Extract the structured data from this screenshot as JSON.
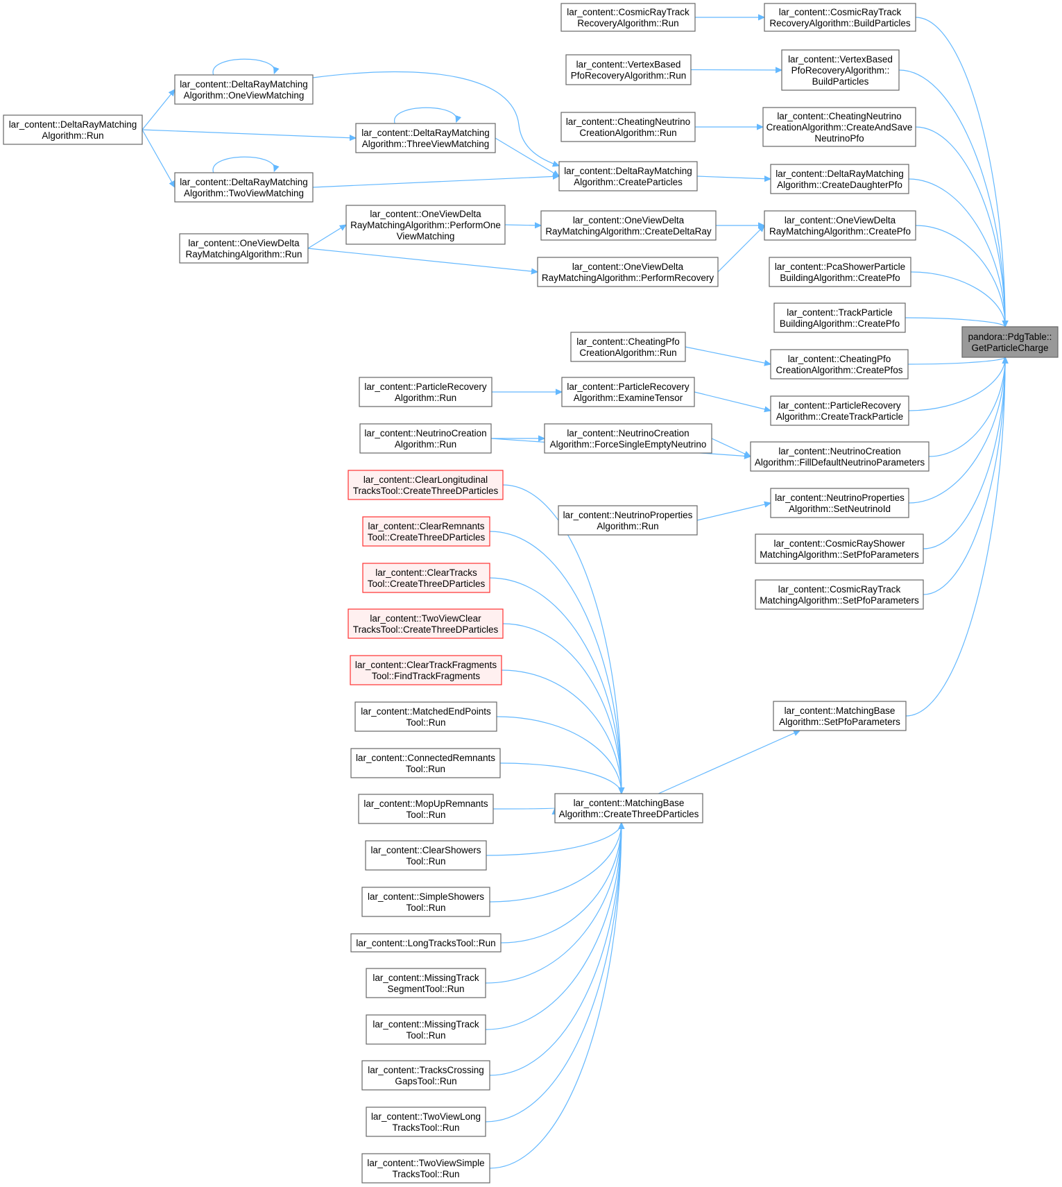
{
  "graph": {
    "title": "",
    "nodes": [
      {
        "id": "root",
        "lines": [
          "pandora::PdgTable::",
          "GetParticleCharge"
        ],
        "style": "root"
      },
      {
        "id": "crtr_bp",
        "lines": [
          "lar_content::CosmicRayTrack",
          "RecoveryAlgorithm::BuildParticles"
        ]
      },
      {
        "id": "crtr_run",
        "lines": [
          "lar_content::CosmicRayTrack",
          "RecoveryAlgorithm::Run"
        ]
      },
      {
        "id": "vbpr_bp",
        "lines": [
          "lar_content::VertexBased",
          "PfoRecoveryAlgorithm::",
          "BuildParticles"
        ]
      },
      {
        "id": "vbpr_run",
        "lines": [
          "lar_content::VertexBased",
          "PfoRecoveryAlgorithm::Run"
        ]
      },
      {
        "id": "cn_cas",
        "lines": [
          "lar_content::CheatingNeutrino",
          "CreationAlgorithm::CreateAndSave",
          "NeutrinoPfo"
        ]
      },
      {
        "id": "cn_run",
        "lines": [
          "lar_content::CheatingNeutrino",
          "CreationAlgorithm::Run"
        ]
      },
      {
        "id": "drm_cdp",
        "lines": [
          "lar_content::DeltaRayMatching",
          "Algorithm::CreateDaughterPfo"
        ]
      },
      {
        "id": "drm_cp",
        "lines": [
          "lar_content::DeltaRayMatching",
          "Algorithm::CreateParticles"
        ]
      },
      {
        "id": "drm_ovm",
        "lines": [
          "lar_content::DeltaRayMatching",
          "Algorithm::OneViewMatching"
        ]
      },
      {
        "id": "drm_tvm3",
        "lines": [
          "lar_content::DeltaRayMatching",
          "Algorithm::ThreeViewMatching"
        ]
      },
      {
        "id": "drm_tvm2",
        "lines": [
          "lar_content::DeltaRayMatching",
          "Algorithm::TwoViewMatching"
        ]
      },
      {
        "id": "drm_run",
        "lines": [
          "lar_content::DeltaRayMatching",
          "Algorithm::Run"
        ]
      },
      {
        "id": "ovdr_cpfo",
        "lines": [
          "lar_content::OneViewDelta",
          "RayMatchingAlgorithm::CreatePfo"
        ]
      },
      {
        "id": "ovdr_cdr",
        "lines": [
          "lar_content::OneViewDelta",
          "RayMatchingAlgorithm::CreateDeltaRay"
        ]
      },
      {
        "id": "ovdr_povm",
        "lines": [
          "lar_content::OneViewDelta",
          "RayMatchingAlgorithm::PerformOne",
          "ViewMatching"
        ]
      },
      {
        "id": "ovdr_pr",
        "lines": [
          "lar_content::OneViewDelta",
          "RayMatchingAlgorithm::PerformRecovery"
        ]
      },
      {
        "id": "ovdr_run",
        "lines": [
          "lar_content::OneViewDelta",
          "RayMatchingAlgorithm::Run"
        ]
      },
      {
        "id": "pca_cp",
        "lines": [
          "lar_content::PcaShowerParticle",
          "BuildingAlgorithm::CreatePfo"
        ]
      },
      {
        "id": "tp_cp",
        "lines": [
          "lar_content::TrackParticle",
          "BuildingAlgorithm::CreatePfo"
        ]
      },
      {
        "id": "cpfo_cps",
        "lines": [
          "lar_content::CheatingPfo",
          "CreationAlgorithm::CreatePfos"
        ]
      },
      {
        "id": "cpfo_run",
        "lines": [
          "lar_content::CheatingPfo",
          "CreationAlgorithm::Run"
        ]
      },
      {
        "id": "pr_ctp",
        "lines": [
          "lar_content::ParticleRecovery",
          "Algorithm::CreateTrackParticle"
        ]
      },
      {
        "id": "pr_et",
        "lines": [
          "lar_content::ParticleRecovery",
          "Algorithm::ExamineTensor"
        ]
      },
      {
        "id": "pr_run",
        "lines": [
          "lar_content::ParticleRecovery",
          "Algorithm::Run"
        ]
      },
      {
        "id": "nc_fdnp",
        "lines": [
          "lar_content::NeutrinoCreation",
          "Algorithm::FillDefaultNeutrinoParameters"
        ]
      },
      {
        "id": "nc_fsen",
        "lines": [
          "lar_content::NeutrinoCreation",
          "Algorithm::ForceSingleEmptyNeutrino"
        ]
      },
      {
        "id": "nc_run",
        "lines": [
          "lar_content::NeutrinoCreation",
          "Algorithm::Run"
        ]
      },
      {
        "id": "np_sni",
        "lines": [
          "lar_content::NeutrinoProperties",
          "Algorithm::SetNeutrinoId"
        ]
      },
      {
        "id": "np_run",
        "lines": [
          "lar_content::NeutrinoProperties",
          "Algorithm::Run"
        ]
      },
      {
        "id": "crsm_spp",
        "lines": [
          "lar_content::CosmicRayShower",
          "MatchingAlgorithm::SetPfoParameters"
        ]
      },
      {
        "id": "crtm_spp",
        "lines": [
          "lar_content::CosmicRayTrack",
          "MatchingAlgorithm::SetPfoParameters"
        ]
      },
      {
        "id": "mb_spp",
        "lines": [
          "lar_content::MatchingBase",
          "Algorithm::SetPfoParameters"
        ]
      },
      {
        "id": "mb_ctdp",
        "lines": [
          "lar_content::MatchingBase",
          "Algorithm::CreateThreeDParticles"
        ]
      },
      {
        "id": "cl_ctdp",
        "lines": [
          "lar_content::ClearLongitudinal",
          "TracksTool::CreateThreeDParticles"
        ],
        "style": "red"
      },
      {
        "id": "cr_ctdp",
        "lines": [
          "lar_content::ClearRemnants",
          "Tool::CreateThreeDParticles"
        ],
        "style": "red"
      },
      {
        "id": "ct_ctdp",
        "lines": [
          "lar_content::ClearTracks",
          "Tool::CreateThreeDParticles"
        ],
        "style": "red"
      },
      {
        "id": "tvct_ctdp",
        "lines": [
          "lar_content::TwoViewClear",
          "TracksTool::CreateThreeDParticles"
        ],
        "style": "red"
      },
      {
        "id": "ctf_ftf",
        "lines": [
          "lar_content::ClearTrackFragments",
          "Tool::FindTrackFragments"
        ],
        "style": "red"
      },
      {
        "id": "mep_run",
        "lines": [
          "lar_content::MatchedEndPoints",
          "Tool::Run"
        ]
      },
      {
        "id": "conr_run",
        "lines": [
          "lar_content::ConnectedRemnants",
          "Tool::Run"
        ]
      },
      {
        "id": "mur_run",
        "lines": [
          "lar_content::MopUpRemnants",
          "Tool::Run"
        ]
      },
      {
        "id": "cs_run",
        "lines": [
          "lar_content::ClearShowers",
          "Tool::Run"
        ]
      },
      {
        "id": "ss_run",
        "lines": [
          "lar_content::SimpleShowers",
          "Tool::Run"
        ]
      },
      {
        "id": "lt_run",
        "lines": [
          "lar_content::LongTracksTool::Run"
        ]
      },
      {
        "id": "mts_run",
        "lines": [
          "lar_content::MissingTrack",
          "SegmentTool::Run"
        ]
      },
      {
        "id": "mt_run",
        "lines": [
          "lar_content::MissingTrack",
          "Tool::Run"
        ]
      },
      {
        "id": "tcg_run",
        "lines": [
          "lar_content::TracksCrossing",
          "GapsTool::Run"
        ]
      },
      {
        "id": "tvlt_run",
        "lines": [
          "lar_content::TwoViewLong",
          "TracksTool::Run"
        ]
      },
      {
        "id": "tvst_run",
        "lines": [
          "lar_content::TwoViewSimple",
          "TracksTool::Run"
        ]
      }
    ],
    "edges": [
      [
        "crtr_run",
        "crtr_bp"
      ],
      [
        "vbpr_run",
        "vbpr_bp"
      ],
      [
        "cn_run",
        "cn_cas"
      ],
      [
        "drm_cp",
        "drm_cdp"
      ],
      [
        "drm_ovm",
        "drm_cp"
      ],
      [
        "drm_tvm3",
        "drm_cp"
      ],
      [
        "drm_tvm2",
        "drm_cp"
      ],
      [
        "drm_run",
        "drm_ovm"
      ],
      [
        "drm_run",
        "drm_tvm3"
      ],
      [
        "drm_run",
        "drm_tvm2"
      ],
      [
        "drm_ovm",
        "drm_ovm"
      ],
      [
        "drm_tvm3",
        "drm_tvm3"
      ],
      [
        "drm_tvm2",
        "drm_tvm2"
      ],
      [
        "ovdr_cdr",
        "ovdr_cpfo"
      ],
      [
        "ovdr_pr",
        "ovdr_cpfo"
      ],
      [
        "ovdr_povm",
        "ovdr_cdr"
      ],
      [
        "ovdr_run",
        "ovdr_povm"
      ],
      [
        "ovdr_run",
        "ovdr_pr"
      ],
      [
        "cpfo_run",
        "cpfo_cps"
      ],
      [
        "pr_et",
        "pr_ctp"
      ],
      [
        "pr_run",
        "pr_et"
      ],
      [
        "nc_fsen",
        "nc_fdnp"
      ],
      [
        "nc_run",
        "nc_fsen"
      ],
      [
        "nc_run",
        "nc_fdnp"
      ],
      [
        "np_run",
        "np_sni"
      ],
      [
        "mb_ctdp",
        "mb_spp"
      ],
      [
        "cl_ctdp",
        "mb_ctdp"
      ],
      [
        "cr_ctdp",
        "mb_ctdp"
      ],
      [
        "ct_ctdp",
        "mb_ctdp"
      ],
      [
        "tvct_ctdp",
        "mb_ctdp"
      ],
      [
        "ctf_ftf",
        "mb_ctdp"
      ],
      [
        "mep_run",
        "mb_ctdp"
      ],
      [
        "conr_run",
        "mb_ctdp"
      ],
      [
        "mur_run",
        "mb_ctdp"
      ],
      [
        "cs_run",
        "mb_ctdp"
      ],
      [
        "ss_run",
        "mb_ctdp"
      ],
      [
        "lt_run",
        "mb_ctdp"
      ],
      [
        "mts_run",
        "mb_ctdp"
      ],
      [
        "mt_run",
        "mb_ctdp"
      ],
      [
        "tcg_run",
        "mb_ctdp"
      ],
      [
        "tvlt_run",
        "mb_ctdp"
      ],
      [
        "tvst_run",
        "mb_ctdp"
      ],
      [
        "crtr_bp",
        "root"
      ],
      [
        "vbpr_bp",
        "root"
      ],
      [
        "cn_cas",
        "root"
      ],
      [
        "drm_cdp",
        "root"
      ],
      [
        "ovdr_cpfo",
        "root"
      ],
      [
        "pca_cp",
        "root"
      ],
      [
        "tp_cp",
        "root"
      ],
      [
        "cpfo_cps",
        "root"
      ],
      [
        "pr_ctp",
        "root"
      ],
      [
        "nc_fdnp",
        "root"
      ],
      [
        "np_sni",
        "root"
      ],
      [
        "crsm_spp",
        "root"
      ],
      [
        "crtm_spp",
        "root"
      ],
      [
        "mb_spp",
        "root"
      ]
    ],
    "colors": {
      "edge": "#63b8ff",
      "node_border": "#666666",
      "root_fill": "#999999",
      "highlight_border": "#ff3030",
      "highlight_fill": "#fff0f0"
    }
  }
}
